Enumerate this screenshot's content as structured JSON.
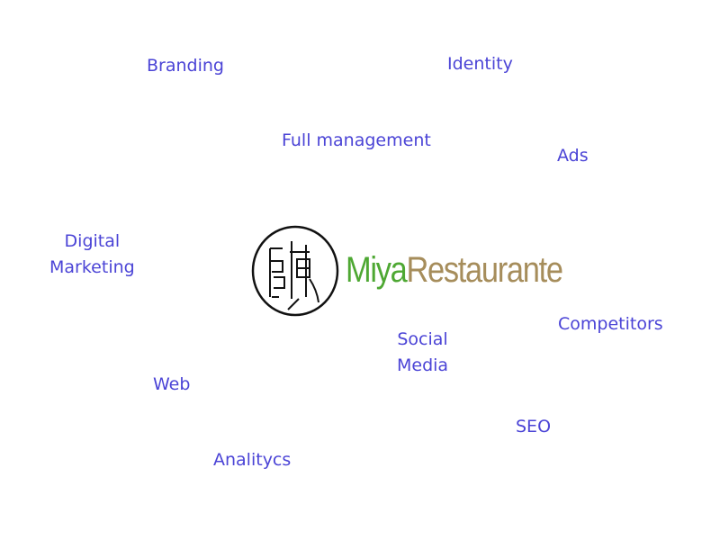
{
  "keywords": {
    "branding": "Branding",
    "identity": "Identity",
    "full_management": "Full management",
    "ads": "Ads",
    "digital_marketing_1": "Digital",
    "digital_marketing_2": "Marketing",
    "competitors": "Competitors",
    "social_media_1": "Social",
    "social_media_2": "Media",
    "web": "Web",
    "seo": "SEO",
    "analytics": "Analitycs"
  },
  "logo": {
    "part1": "Miya",
    "part2": "Restaurante"
  },
  "colors": {
    "keyword": "#4b44d6",
    "logo_green": "#4ea833",
    "logo_tan": "#a68d5b"
  }
}
